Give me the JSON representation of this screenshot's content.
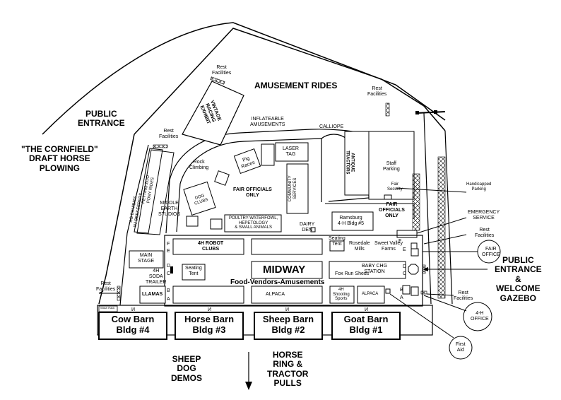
{
  "map": {
    "outer_labels": {
      "public_entrance_left": [
        "PUBLIC",
        "ENTRANCE"
      ],
      "cornfield": [
        "\"THE CORNFIELD\"",
        "DRAFT HORSE",
        "PLOWING"
      ],
      "public_entrance_right": [
        "PUBLIC",
        "ENTRANCE",
        "&",
        "WELCOME",
        "GAZEBO"
      ],
      "sheep_dog": [
        "SHEEP",
        "DOG",
        "DEMOS"
      ],
      "horse_ring": [
        "HORSE",
        "RING &",
        "TRACTOR",
        "PULLS"
      ]
    },
    "areas": {
      "amusement_rides": "AMUSEMENT RIDES",
      "vintage_racing": [
        "VINTAGE",
        "RACING",
        "EXHIBIT"
      ],
      "inflateable": [
        "INFLATEABLE",
        "AMUSEMENTS"
      ],
      "calliope": "CALLIOPE",
      "laser_tag": [
        "LASER",
        "TAG"
      ],
      "antique_tractors": [
        "ANTIQUE",
        "TRACTORS"
      ],
      "staff_parking": [
        "Staff",
        "Parking"
      ],
      "fair_security": [
        "Fair",
        "Security"
      ],
      "handicapped_parking": [
        "Handicapped",
        "Parking"
      ],
      "rock_climbing": [
        "Rock",
        "Climbing"
      ],
      "pig_races": [
        "Pig",
        "Races"
      ],
      "petting_zoo": [
        "PETTING ZOO",
        "PONY RIDES"
      ],
      "ag_exhibits": [
        "AG EXHIBITS",
        "NJ BEEKEEPERS"
      ],
      "middle_earth": [
        "MIDDLE",
        "EARTH",
        "STUDIOS"
      ],
      "dog_clubs": [
        "DOG",
        "CLUBS"
      ],
      "fair_officials_center": [
        "FAIR OFFICIALS",
        "ONLY"
      ],
      "community_services": [
        "COMMUNITY",
        "SERVICES"
      ],
      "fair_officials_right": [
        "FAIR",
        "OFFICIALS",
        "ONLY"
      ],
      "emergency_service": [
        "EMERGENCY",
        "SERVICE"
      ],
      "poultry": [
        "POULTRY-WATERFOWL,",
        "HEPETOLOGY",
        "& SMALL ANIMALS"
      ],
      "dairy_den": [
        "DAIRY",
        "DEN"
      ],
      "ramsburg": [
        "Ramsburg",
        "4-H Bldg #5"
      ],
      "robot_clubs": [
        "4H ROBOT",
        "CLUBS"
      ],
      "seating_tent_right": [
        "Seating",
        "Tent"
      ],
      "rosedale": [
        "Rosedale",
        "Mills"
      ],
      "sweet_valley": [
        "Sweet Valley",
        "Farms"
      ],
      "fair_office": [
        "FAIR",
        "OFFICE"
      ],
      "main_stage": [
        "MAIN",
        "STAGE"
      ],
      "soda_trailer": [
        "4H",
        "SODA",
        "TRAILER"
      ],
      "seating_tent_left": [
        "Seating",
        "Tent"
      ],
      "midway": "MIDWAY",
      "baby_chg": [
        "BABY CHG",
        "STATION"
      ],
      "fox_run": "Fox Run Sheds",
      "food_vendors": "Food-Vendors-Amusements",
      "llamas": "LLAMAS",
      "alpaca_center": "ALPACA",
      "shooting_sports": [
        "4H",
        "Shooting",
        "Sports"
      ],
      "alpaca_right": "ALPACA",
      "h4_office": [
        "4-H",
        "OFFICE"
      ],
      "first_aid": [
        "First",
        "Aid"
      ],
      "wash_rack": "Wash Rack",
      "rest_facilities": [
        "Rest",
        "Facilities"
      ]
    },
    "barns": [
      {
        "name": "Cow Barn",
        "bldg": "Bldg #4"
      },
      {
        "name": "Horse Barn",
        "bldg": "Bldg #3"
      },
      {
        "name": "Sheep Barn",
        "bldg": "Bldg #2"
      },
      {
        "name": "Goat Barn",
        "bldg": "Bldg #1"
      }
    ],
    "row_letters": {
      "left": [
        "F",
        "E",
        "D",
        "C",
        "B",
        "A"
      ],
      "right": [
        "F",
        "E",
        "D",
        "C",
        "B",
        "A"
      ]
    }
  }
}
